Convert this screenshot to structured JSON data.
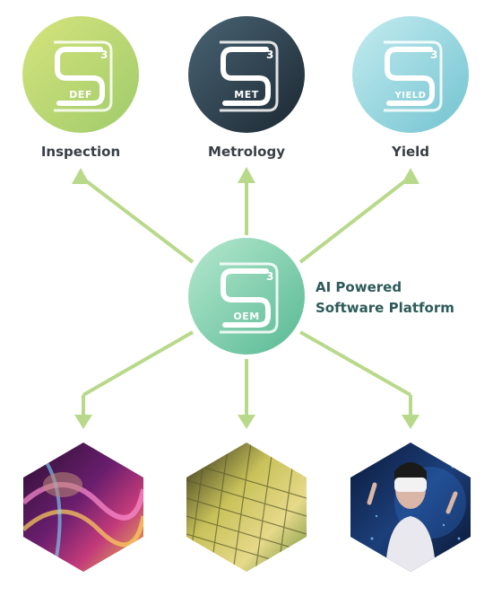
{
  "modules": [
    {
      "id": "inspection",
      "label": "Inspection",
      "badge": "DEF"
    },
    {
      "id": "metrology",
      "label": "Metrology",
      "badge": "MET"
    },
    {
      "id": "yield",
      "label": "Yield",
      "badge": "YIELD"
    }
  ],
  "platform": {
    "badge": "OEM",
    "title_line1": "AI Powered",
    "title_line2": "Software Platform"
  },
  "logo_superscript": "3",
  "colors": {
    "arrow": "#b8d98a",
    "label_text": "#3a3f47",
    "platform_text": "#2e5b5a",
    "inspection_circle": [
      "#cfe07a",
      "#a6cf6c"
    ],
    "metrology_circle": [
      "#3d5566",
      "#1e2c38"
    ],
    "yield_circle": [
      "#b9e6ec",
      "#7ccad6"
    ],
    "platform_circle": [
      "#a8e0c6",
      "#5fbf9b"
    ]
  },
  "images": [
    {
      "id": "led-display",
      "icon": "flexible-led-display-image"
    },
    {
      "id": "wafer",
      "icon": "semiconductor-wafer-image"
    },
    {
      "id": "vr",
      "icon": "vr-headset-user-image"
    }
  ]
}
